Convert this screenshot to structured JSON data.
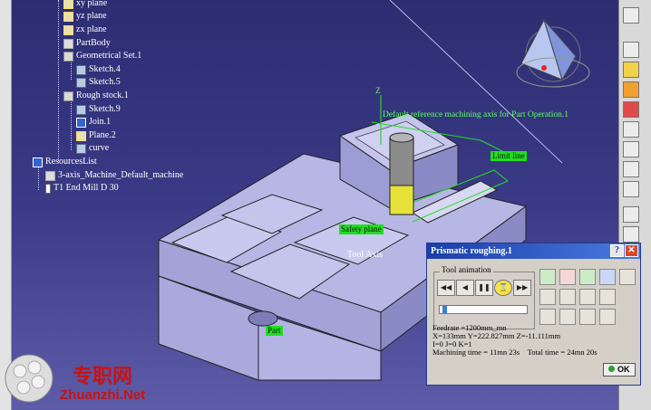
{
  "tree": {
    "items": [
      {
        "label": "xy plane",
        "icon": "plane-icon"
      },
      {
        "label": "yz plane",
        "icon": "plane-icon"
      },
      {
        "label": "zx plane",
        "icon": "plane-icon"
      },
      {
        "label": "PartBody",
        "icon": "partbody-icon"
      },
      {
        "label": "Geometrical Set.1",
        "icon": "geometrical-set-icon"
      },
      {
        "label": "Sketch.4",
        "icon": "sketch-icon"
      },
      {
        "label": "Sketch.5",
        "icon": "sketch-icon"
      },
      {
        "label": "Rough stock.1",
        "icon": "rough-stock-icon"
      },
      {
        "label": "Sketch.9",
        "icon": "sketch-icon"
      },
      {
        "label": "Join.1",
        "icon": "join-icon"
      },
      {
        "label": "Plane.2",
        "icon": "plane-icon"
      },
      {
        "label": "curve",
        "icon": "curve-icon"
      },
      {
        "label": "ResourcesList",
        "icon": "resources-icon"
      },
      {
        "label": "3-axis_Machine_Default_machine",
        "icon": "machine-icon"
      },
      {
        "label": "T1 End Mill D 30",
        "icon": "end-mill-icon"
      }
    ]
  },
  "viewport": {
    "axis_label": "Default reference machining axis for Part Operation.1",
    "limit_line": "Limit line",
    "safety_plane": "Safety plane",
    "tool_axis": "Tool Axis",
    "part": "Part",
    "z_axis": "Z"
  },
  "dialog": {
    "title": "Prismatic roughing.1",
    "help_btn": "?",
    "close_btn": "✕",
    "group_label": "Tool animation",
    "controls": [
      "◀◀",
      "◀",
      "❚❚",
      "⌛",
      "▶▶"
    ],
    "progress": 0.03,
    "feedrate": "Feedrate =1200mm_mn",
    "xyz": "X=133mm Y=222.827mm Z=-11.111mm",
    "ijk": "I=0 J=0 K=1",
    "machining_time": "Machining time = 11mn 23s",
    "total_time": "Total time = 24mn 20s",
    "ok_label": "OK"
  },
  "watermark": {
    "cn": "专职网",
    "en": "Zhuanzhi.Net"
  },
  "colors": {
    "viewport_bg": "#3a3a86",
    "title_bar": "#1a3ea8",
    "label_green": "#22dd22"
  }
}
